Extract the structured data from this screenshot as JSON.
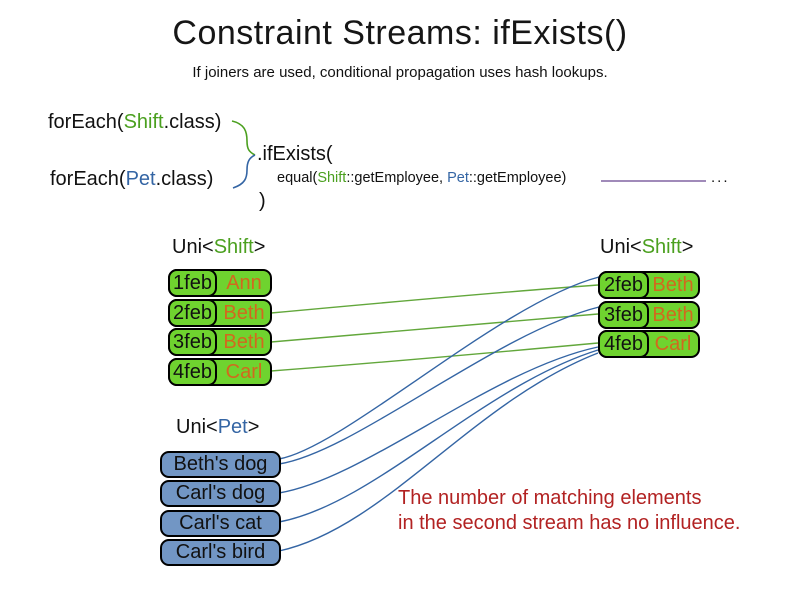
{
  "title": "Constraint Streams: ifExists()",
  "subtitle": "If joiners are used, conditional propagation uses hash lookups.",
  "code": {
    "foreach_shift": {
      "prefix": "forEach(",
      "class_name": "Shift",
      "suffix": ".class)"
    },
    "foreach_pet": {
      "prefix": "forEach(",
      "class_name": "Pet",
      "suffix": ".class)"
    },
    "if_exists": ".ifExists(",
    "equal_line": {
      "prefix": "equal(",
      "shift_class": "Shift",
      "mid": "::getEmployee, ",
      "pet_class": "Pet",
      "suffix": "::getEmployee)"
    },
    "ellipsis": "...",
    "close_paren": ")"
  },
  "left_shift_table": {
    "label": {
      "prefix": "Uni<",
      "type_name": "Shift",
      "suffix": ">"
    },
    "rows": [
      {
        "date": "1feb",
        "name": "Ann"
      },
      {
        "date": "2feb",
        "name": "Beth"
      },
      {
        "date": "3feb",
        "name": "Beth"
      },
      {
        "date": "4feb",
        "name": "Carl"
      }
    ]
  },
  "right_shift_table": {
    "label": {
      "prefix": "Uni<",
      "type_name": "Shift",
      "suffix": ">"
    },
    "rows": [
      {
        "date": "2feb",
        "name": "Beth"
      },
      {
        "date": "3feb",
        "name": "Beth"
      },
      {
        "date": "4feb",
        "name": "Carl"
      }
    ]
  },
  "pet_table": {
    "label": {
      "prefix": "Uni<",
      "type_name": "Pet",
      "suffix": ">"
    },
    "rows": [
      {
        "name": "Beth's dog"
      },
      {
        "name": "Carl's dog"
      },
      {
        "name": "Carl's cat"
      },
      {
        "name": "Carl's bird"
      }
    ]
  },
  "note": {
    "line1": "The number of matching elements",
    "line2": "in the second stream has no influence."
  },
  "connections": {
    "shift_to_shift": [
      {
        "from": "2feb Beth",
        "to": "2feb Beth"
      },
      {
        "from": "3feb Beth",
        "to": "3feb Beth"
      },
      {
        "from": "4feb Carl",
        "to": "4feb Carl"
      }
    ],
    "pet_to_shift": [
      {
        "from": "Beth's dog",
        "to": "2feb Beth"
      },
      {
        "from": "Beth's dog",
        "to": "3feb Beth"
      },
      {
        "from": "Carl's dog",
        "to": "4feb Carl"
      },
      {
        "from": "Carl's cat",
        "to": "4feb Carl"
      },
      {
        "from": "Carl's bird",
        "to": "4feb Carl"
      }
    ]
  },
  "colors": {
    "shift_class_green": "#4ba01f",
    "pet_class_blue": "#3465a4",
    "shift_box_green": "#6fd32f",
    "pet_box_blue": "#7296c4",
    "employee_name_orange": "#d2691e",
    "note_red": "#b22222",
    "joiner_line_purple": "#8064a2",
    "edge_green": "#62a73b",
    "edge_blue": "#3465a4"
  }
}
